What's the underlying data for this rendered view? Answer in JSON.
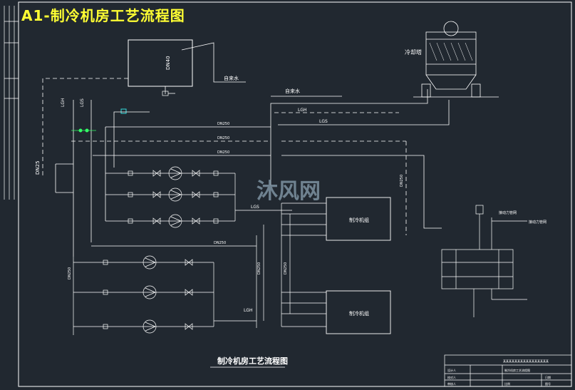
{
  "header": {
    "title": "A1-制冷机房工艺流程图"
  },
  "drawing": {
    "caption": "制冷机房工艺流程图",
    "labels": {
      "cooling_tower": "冷却塔",
      "tap_water_top": "自来水",
      "tap_water_mid": "自来水",
      "dn40": "DN40",
      "dn25": "DN25",
      "lgh": "LGH",
      "lgs": "LGS",
      "lgh_mid": "LGH",
      "lgs_mid": "LGS",
      "lgs_pump": "LGS",
      "lgh_bottom": "LGH",
      "dn250_a": "DN250",
      "dn250_b": "DN250",
      "dn250_c": "DN250",
      "dn250_d": "DN250",
      "dn250_e": "DN250",
      "dn250_f": "DN250",
      "dn250_g": "DN250",
      "dn250_h": "DN250",
      "chiller_1": "制冷机组",
      "chiller_2": "制冷机组",
      "supply_note": "接动力管网",
      "return_note": "接动力管网"
    },
    "watermark": "沐风网"
  },
  "title_block": {
    "row1": "某某某某某某某某某某某某某某某某",
    "row2_label": "设计人",
    "row2_value": "制冷机房工艺流程图",
    "row3_label": "校对人",
    "row3_col2": "日期",
    "row4_label": "审核人",
    "row4_col2": "比例",
    "row4_col3": "图号"
  },
  "colors": {
    "background": "#212830",
    "line": "#ffffff",
    "title": "#ffff33",
    "watermark": "#8aa0b0",
    "accent_green": "#33ff66",
    "accent_cyan": "#33dddd"
  }
}
